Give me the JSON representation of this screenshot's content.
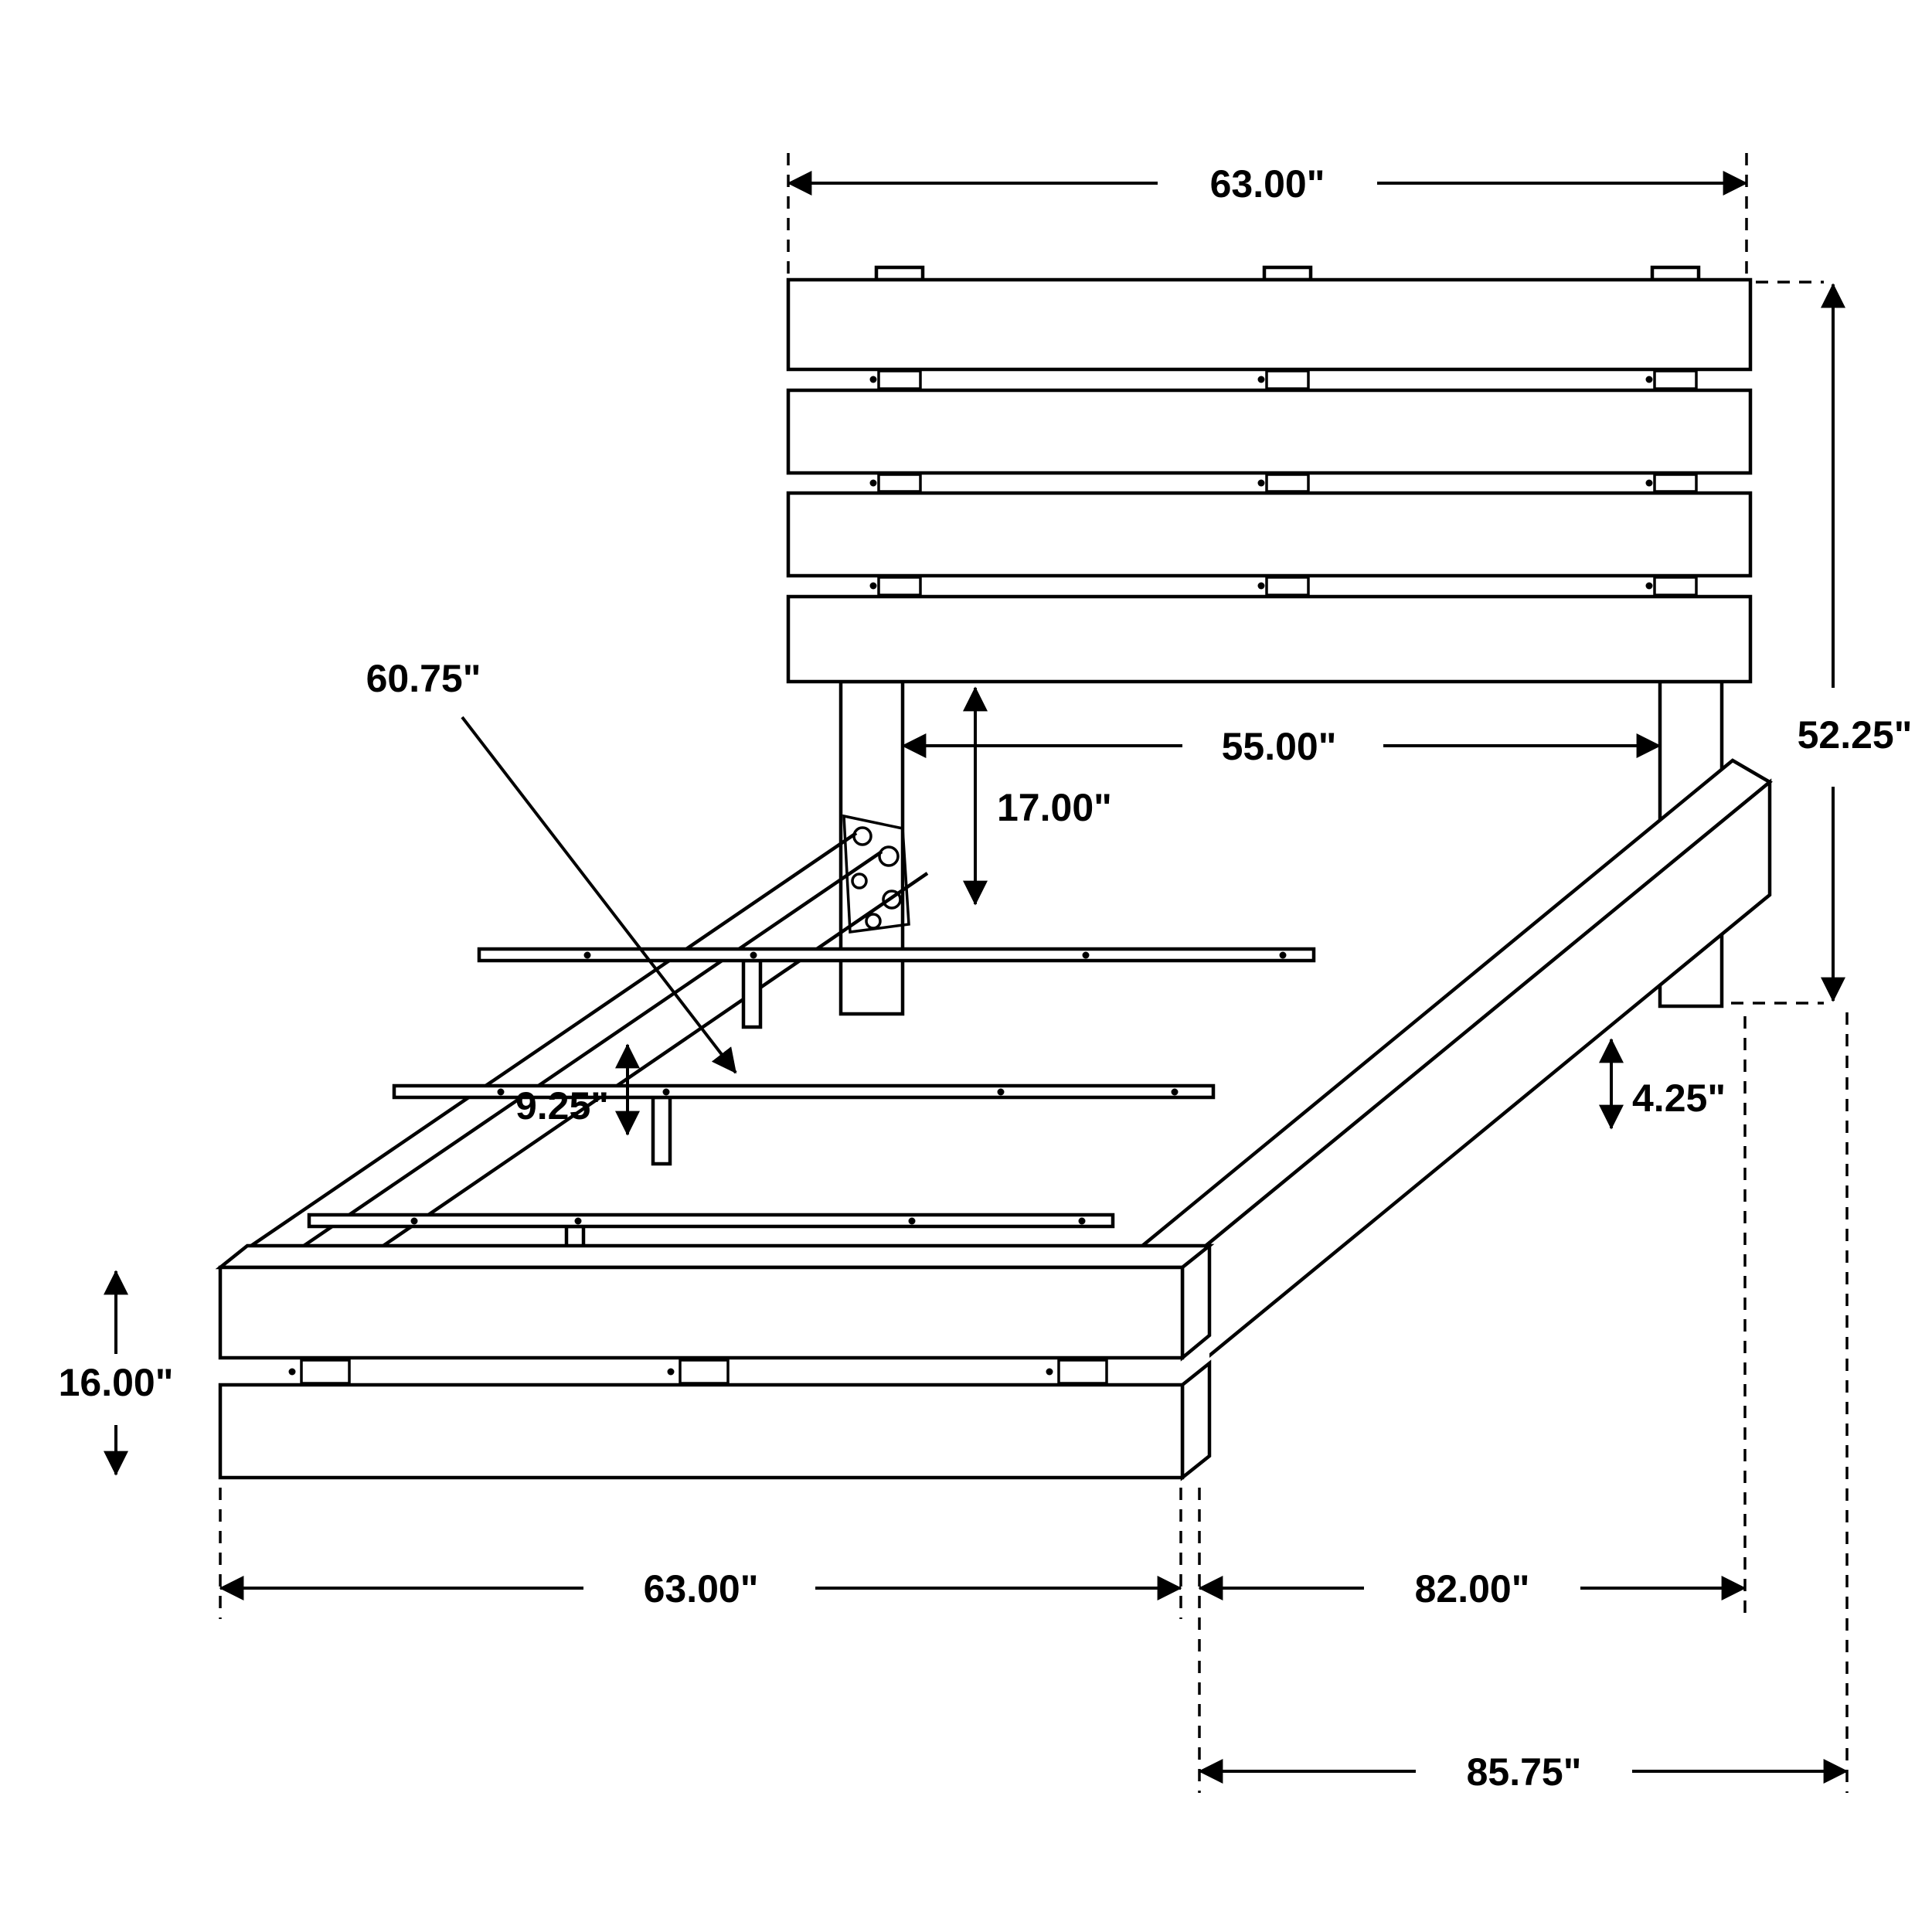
{
  "page": {
    "background": "#ffffff",
    "line_color": "#000000"
  },
  "dims": {
    "top_width": "63.00\"",
    "headboard_height": "52.25\"",
    "inner_width": "55.00\"",
    "headboard_clearance": "17.00\"",
    "slat_length": "60.75\"",
    "support_height": "9.25\"",
    "rail_clearance": "4.25\"",
    "footboard_height": "16.00\"",
    "footboard_width": "63.00\"",
    "frame_length": "82.00\"",
    "overall_length": "85.75\""
  }
}
